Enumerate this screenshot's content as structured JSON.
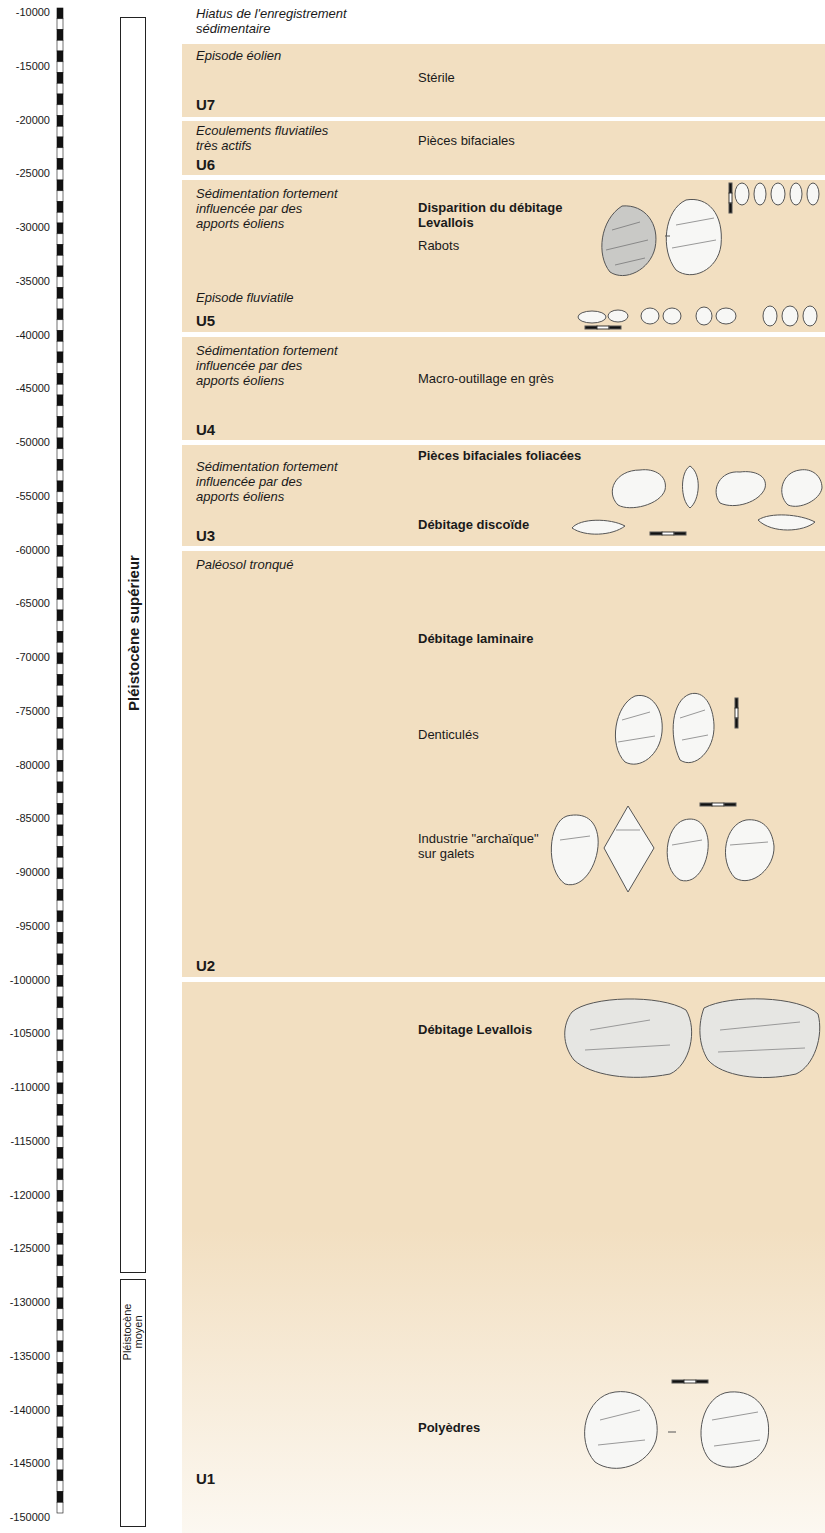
{
  "diagram": {
    "nodes": [
      {
        "text": [
          "Pléistocène supérieur"
        ]
      },
      {
        "text": [
          "Pléistocène moyen"
        ]
      },
      {
        "text": [
          "Episode éolien",
          "U7",
          "Stérile"
        ]
      },
      {
        "text": [
          "Ecoulements fluviatiles très actifs",
          "U6",
          "Pièces bifaciales"
        ]
      },
      {
        "text": [
          "Sédimentation fortement influencée par des apports éoliens",
          "Episode fluviatile",
          "U5",
          "Disparition du débitage Levallois",
          "Rabots"
        ]
      },
      {
        "text": [
          "Sédimentation fortement influencée par des apports éoliens",
          "Macro-outillage en grès",
          "U4"
        ]
      },
      {
        "text": [
          "Sédimentation fortement influencée par des apports éoliens",
          "Pièces bifaciales foliacées",
          "Débitage discoïde",
          "U3"
        ]
      },
      {
        "text": [
          "Paléosol tronqué",
          "Débitage laminaire",
          "Denticulés",
          "Industrie \"archaïque\" sur galets",
          "U2"
        ]
      },
      {
        "text": [
          "Débitage Levallois",
          "Polyèdres",
          "U1"
        ]
      }
    ],
    "edges": [],
    "labels": [
      "Hiatus de l'enregistrement sédimentaire",
      "-10000",
      "-15000",
      "-20000",
      "-25000",
      "-30000",
      "-35000",
      "-40000",
      "-45000",
      "-50000",
      "-55000",
      "-60000",
      "-65000",
      "-70000",
      "-75000",
      "-80000",
      "-85000",
      "-90000",
      "-95000",
      "-100000",
      "-105000",
      "-110000",
      "-115000",
      "-120000",
      "-125000",
      "-130000",
      "-135000",
      "-140000",
      "-145000",
      "-150000"
    ]
  }
}
